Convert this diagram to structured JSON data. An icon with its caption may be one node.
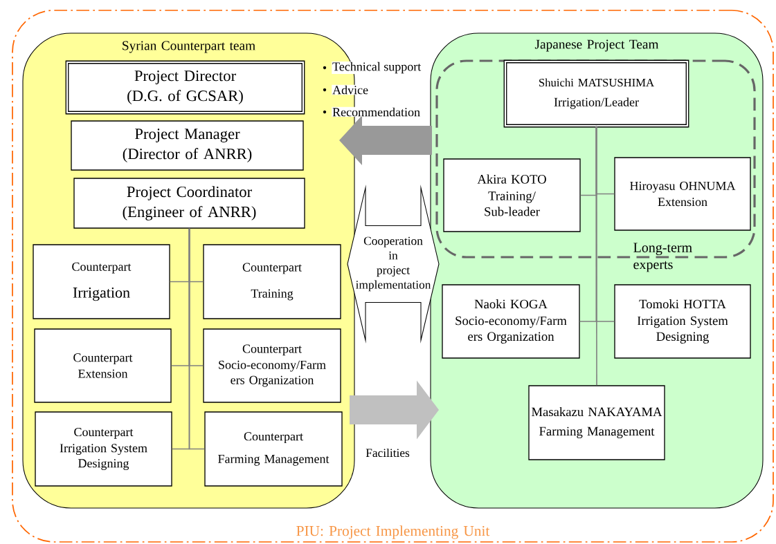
{
  "diagram": {
    "nodes": [
      {
        "text": [
          "PIU: Project Implementing Unit"
        ]
      },
      {
        "text": [
          "Syrian Counterpart team"
        ],
        "in": 0
      },
      {
        "text": [
          "Project Director",
          "(D.G. of GCSAR)"
        ],
        "in": 1
      },
      {
        "text": [
          "Project Manager",
          "(Director of ANRR)"
        ],
        "in": 1
      },
      {
        "text": [
          "Project Coordinator",
          "(Engineer of ANRR)"
        ],
        "in": 1
      },
      {
        "text": [
          "Counterpart",
          "Irrigation"
        ],
        "in": 1
      },
      {
        "text": [
          "Counterpart",
          "Training"
        ],
        "in": 1
      },
      {
        "text": [
          "Counterpart",
          "Extension"
        ],
        "in": 1
      },
      {
        "text": [
          "Counterpart",
          "Socio-economy/Farm ers Organization"
        ],
        "in": 1
      },
      {
        "text": [
          "Counterpart",
          "Irrigation System Designing"
        ],
        "in": 1
      },
      {
        "text": [
          "Counterpart",
          "Farming Management"
        ],
        "in": 1
      },
      {
        "text": [
          "Japanese Project Team"
        ],
        "in": 0
      },
      {
        "text": [
          "Long-term experts"
        ],
        "in": 11
      },
      {
        "text": [
          "Shuichi MATSUSHIMA",
          "Irrigation/Leader"
        ],
        "in": 12
      },
      {
        "text": [
          "Akira KOTO",
          "Training/ Sub-leader"
        ],
        "in": 12
      },
      {
        "text": [
          "Hiroyasu OHNUMA",
          "Extension"
        ],
        "in": 12
      },
      {
        "text": [
          "Naoki KOGA",
          "Socio-economy/Farm ers Organization"
        ],
        "in": 11
      },
      {
        "text": [
          "Tomoki HOTTA",
          "Irrigation System Designing"
        ],
        "in": 11
      },
      {
        "text": [
          "Masakazu NAKAYAMA",
          "Farming Management"
        ],
        "in": 11
      }
    ],
    "edges": [
      {
        "from": 4,
        "to": 5,
        "arrow": "none"
      },
      {
        "from": 4,
        "to": 6,
        "arrow": "none"
      },
      {
        "from": 4,
        "to": 7,
        "arrow": "none"
      },
      {
        "from": 4,
        "to": 8,
        "arrow": "none"
      },
      {
        "from": 4,
        "to": 9,
        "arrow": "none"
      },
      {
        "from": 4,
        "to": 10,
        "arrow": "none"
      },
      {
        "from": 13,
        "to": 14,
        "arrow": "none"
      },
      {
        "from": 13,
        "to": 15,
        "arrow": "none"
      },
      {
        "from": 13,
        "to": 16,
        "arrow": "none"
      },
      {
        "from": 13,
        "to": 17,
        "arrow": "none"
      },
      {
        "from": 13,
        "to": 18,
        "arrow": "none"
      },
      {
        "from": 11,
        "to": 1,
        "arrow": "to",
        "style": "thick",
        "color": "#999999"
      },
      {
        "from": 1,
        "to": 11,
        "arrow": "both",
        "label": "Cooperation in project implementation",
        "style": "thick",
        "color": "#000000"
      },
      {
        "from": 1,
        "to": 11,
        "arrow": "to",
        "label": "Facilities",
        "style": "thick",
        "color": "#c0c0c0"
      }
    ],
    "labels": [
      "Technical support",
      "Advice",
      "Recommendation"
    ]
  }
}
